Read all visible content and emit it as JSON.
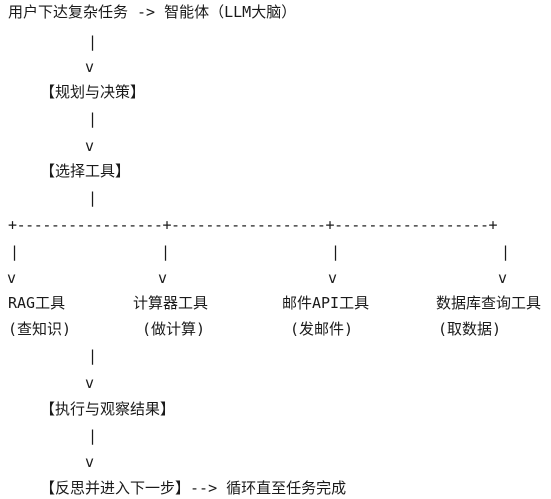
{
  "diagram": {
    "start_line": "用户下达复杂任务 -> 智能体（LLM大脑）",
    "pipe": "|",
    "arrow_head": "v",
    "plan_step": "【规划与决策】",
    "select_step": "【选择工具】",
    "branch_line": "+-----------------+------------------+------------------+",
    "tools": [
      {
        "name": "RAG工具",
        "desc": "(查知识)"
      },
      {
        "name": "计算器工具",
        "desc": "(做计算)"
      },
      {
        "name": "邮件API工具",
        "desc": "(发邮件)"
      },
      {
        "name": "数据库查询工具",
        "desc": "(取数据)"
      }
    ],
    "execute_step": "【执行与观察结果】",
    "final_step": "【反思并进入下一步】--> 循环直至任务完成"
  }
}
